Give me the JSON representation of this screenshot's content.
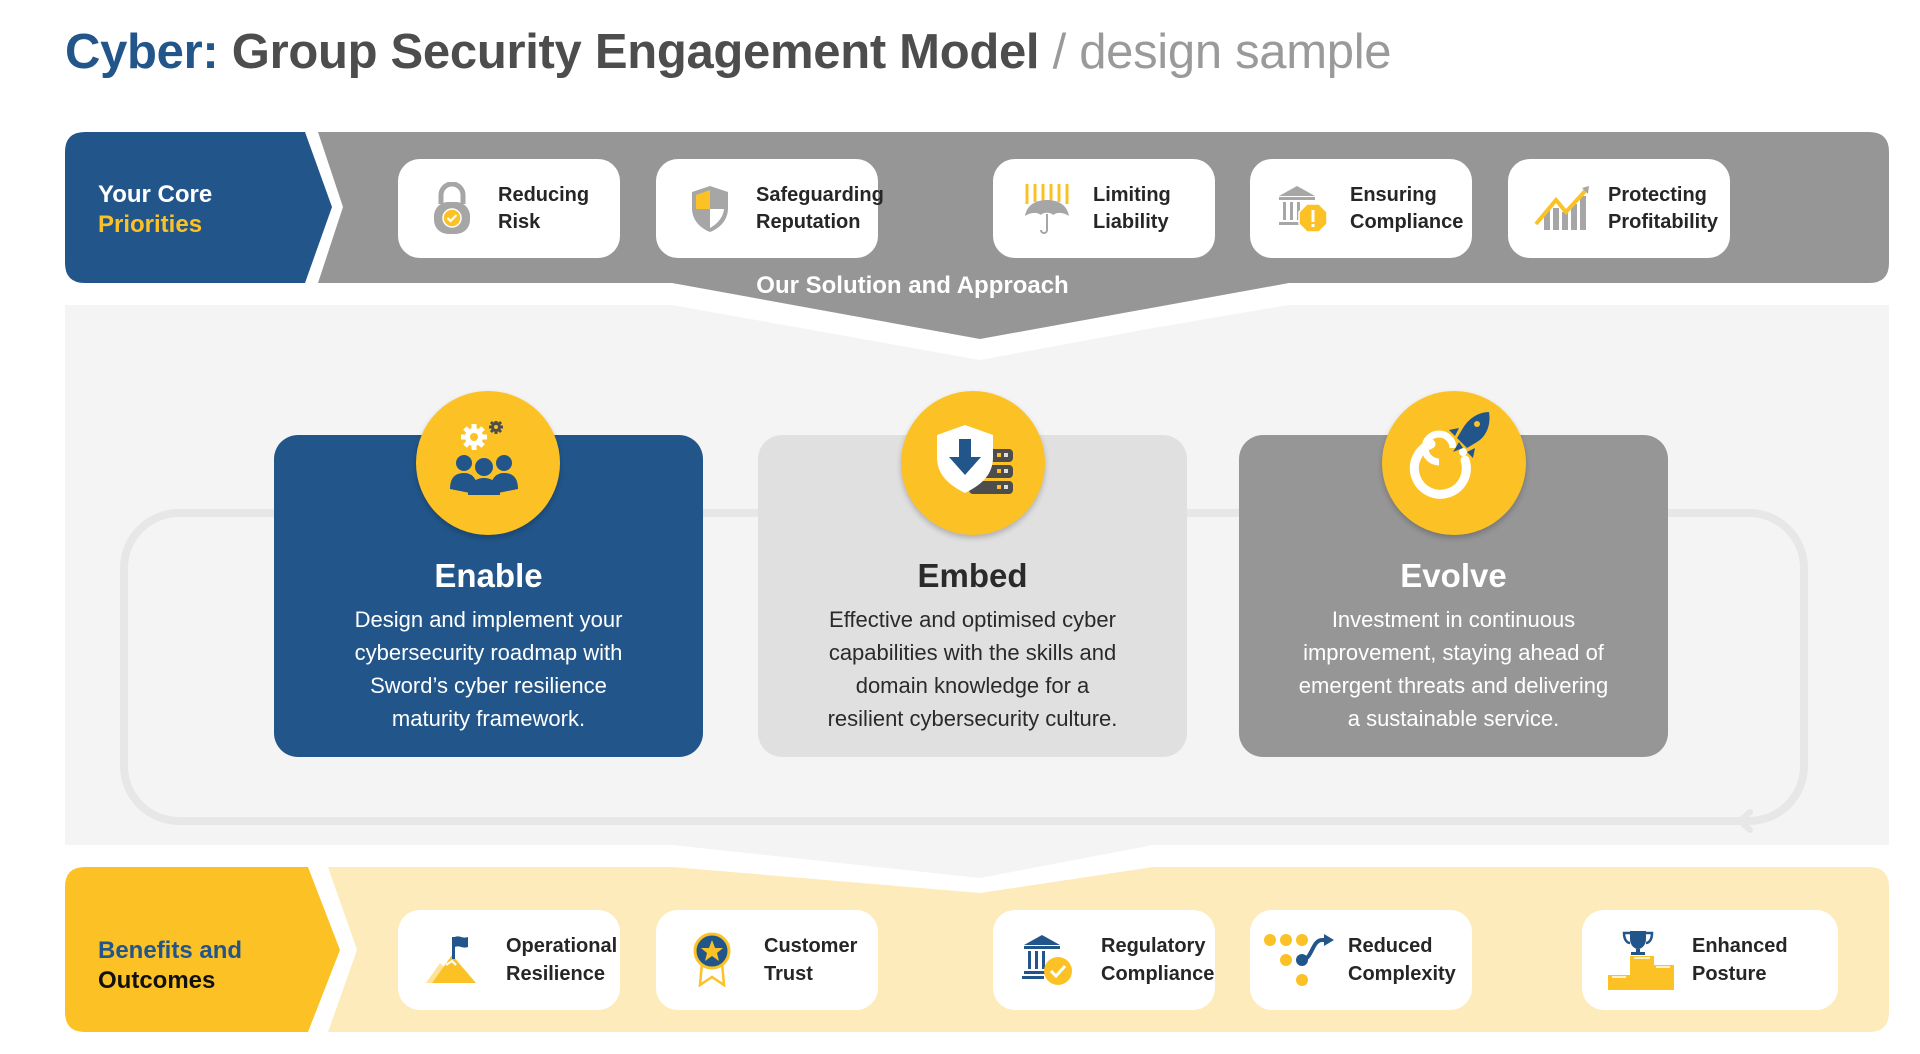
{
  "title": {
    "accent": "Cyber:",
    "main": "Group Security Engagement Model",
    "sub": "/ design sample"
  },
  "colors": {
    "navy": "#22568a",
    "yellow": "#fcc225",
    "grey_band": "#969696",
    "light_panel": "#f4f4f4",
    "pale_yellow": "#feebbb"
  },
  "priorities": {
    "label_line1": "Your Core",
    "label_line2": "Priorities",
    "items": [
      {
        "line1": "Reducing",
        "line2": "Risk",
        "icon": "padlock-check-icon"
      },
      {
        "line1": "Safeguarding",
        "line2": "Reputation",
        "icon": "shield-icon"
      },
      {
        "line1": "Limiting",
        "line2": "Liability",
        "icon": "umbrella-icon"
      },
      {
        "line1": "Ensuring",
        "line2": "Compliance",
        "icon": "bank-warning-icon"
      },
      {
        "line1": "Protecting",
        "line2": "Profitability",
        "icon": "growth-chart-icon"
      }
    ]
  },
  "solution": {
    "label": "Our Solution and Approach",
    "phases": [
      {
        "title": "Enable",
        "lines": [
          "Design and implement your",
          "cybersecurity roadmap with",
          "Sword’s cyber resilience",
          "maturity framework."
        ],
        "icon": "team-gears-icon"
      },
      {
        "title": "Embed",
        "lines": [
          "Effective and optimised cyber",
          "capabilities with the skills and",
          "domain knowledge for a",
          "resilient cybersecurity culture."
        ],
        "icon": "shield-server-icon"
      },
      {
        "title": "Evolve",
        "lines": [
          "Investment in continuous",
          "improvement, staying ahead of",
          "emergent threats and delivering",
          "a sustainable service."
        ],
        "icon": "rocket-icon"
      }
    ]
  },
  "benefits": {
    "label_line1": "Benefits and",
    "label_line2": "Outcomes",
    "items": [
      {
        "line1": "Operational",
        "line2": "Resilience",
        "icon": "mountain-flag-icon"
      },
      {
        "line1": "Customer",
        "line2": "Trust",
        "icon": "award-ribbon-icon"
      },
      {
        "line1": "Regulatory",
        "line2": "Compliance",
        "icon": "bank-check-icon"
      },
      {
        "line1": "Reduced",
        "line2": "Complexity",
        "icon": "dots-path-icon"
      },
      {
        "line1": "Enhanced",
        "line2": "Posture",
        "icon": "trophy-podium-icon"
      }
    ]
  }
}
